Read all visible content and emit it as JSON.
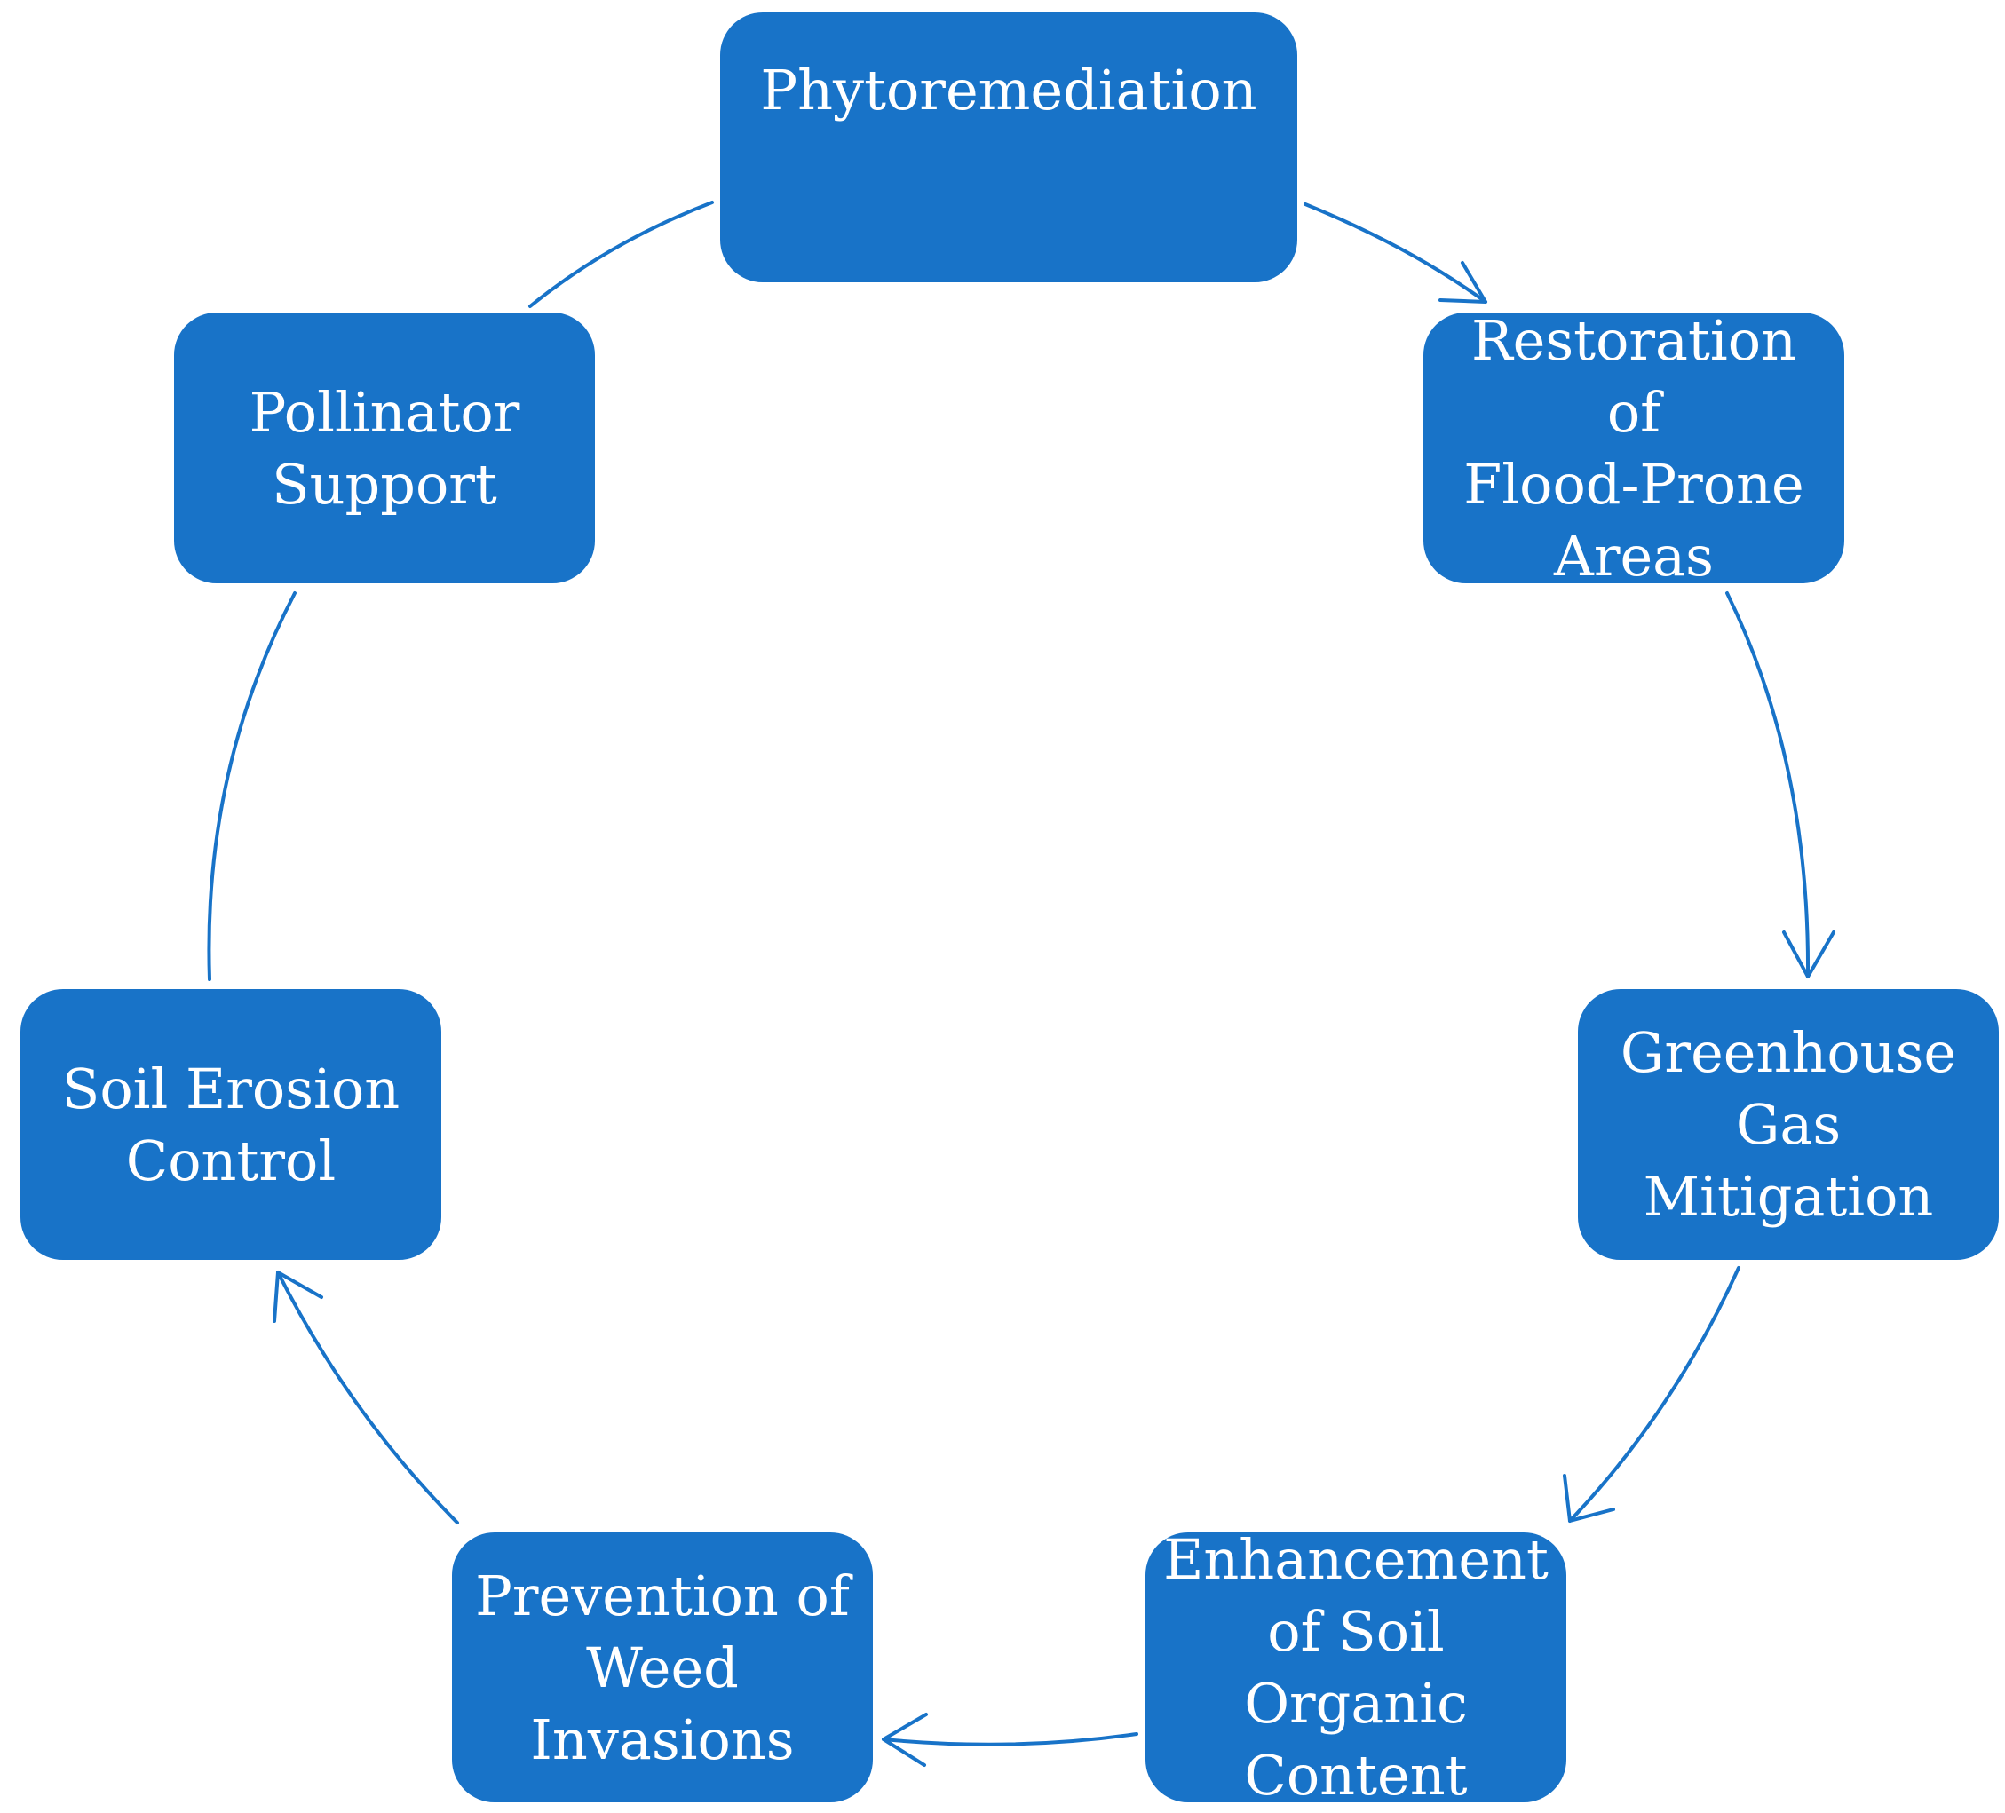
{
  "diagram": {
    "type": "cycle",
    "colors": {
      "node_fill": "#1873c8",
      "node_text": "#ffffff",
      "connector": "#1873c8"
    },
    "nodes": [
      {
        "id": "node-1",
        "label": "Phytoremediation"
      },
      {
        "id": "node-2",
        "label": "Restoration\nof\nFlood-Prone\nAreas"
      },
      {
        "id": "node-3",
        "label": "Greenhouse\nGas\nMitigation"
      },
      {
        "id": "node-4",
        "label": "Enhancement\nof Soil\nOrganic\nContent"
      },
      {
        "id": "node-5",
        "label": "Prevention of\nWeed\nInvasions"
      },
      {
        "id": "node-6",
        "label": "Soil Erosion\nControl"
      },
      {
        "id": "node-7",
        "label": "Pollinator\nSupport"
      }
    ],
    "connectors": [
      {
        "from": "node-1",
        "to": "node-2",
        "arrowhead": true
      },
      {
        "from": "node-2",
        "to": "node-3",
        "arrowhead": true
      },
      {
        "from": "node-3",
        "to": "node-4",
        "arrowhead": true
      },
      {
        "from": "node-4",
        "to": "node-5",
        "arrowhead": true
      },
      {
        "from": "node-5",
        "to": "node-6",
        "arrowhead": true
      },
      {
        "from": "node-6",
        "to": "node-7",
        "arrowhead": false
      },
      {
        "from": "node-7",
        "to": "node-1",
        "arrowhead": false
      }
    ]
  }
}
